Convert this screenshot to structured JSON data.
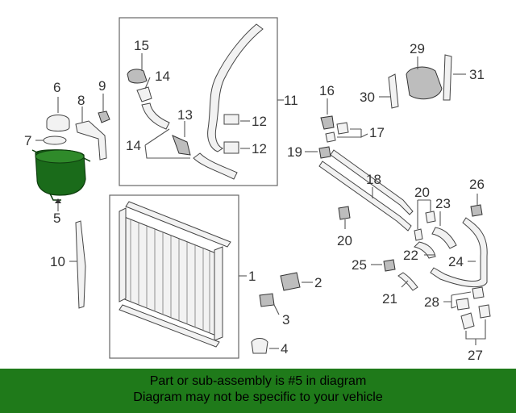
{
  "callouts": {
    "c1": "1",
    "c2": "2",
    "c3": "3",
    "c4": "4",
    "c5": "5",
    "c6": "6",
    "c7": "7",
    "c8": "8",
    "c9": "9",
    "c10": "10",
    "c11": "11",
    "c12a": "12",
    "c12b": "12",
    "c13": "13",
    "c14": "14",
    "c14b": "14",
    "c15": "15",
    "c16": "16",
    "c17": "17",
    "c18": "18",
    "c19": "19",
    "c20a": "20",
    "c20b": "20",
    "c21": "21",
    "c22": "22",
    "c23": "23",
    "c24": "24",
    "c25": "25",
    "c26": "26",
    "c27": "27",
    "c28": "28",
    "c29": "29",
    "c30": "30",
    "c31": "31"
  },
  "highlight_color": "#1a6b1a",
  "banner": {
    "line1": "Part or sub-assembly is #5 in diagram",
    "line2": "Diagram may not be specific to your vehicle",
    "color": "#1f7a1a"
  }
}
